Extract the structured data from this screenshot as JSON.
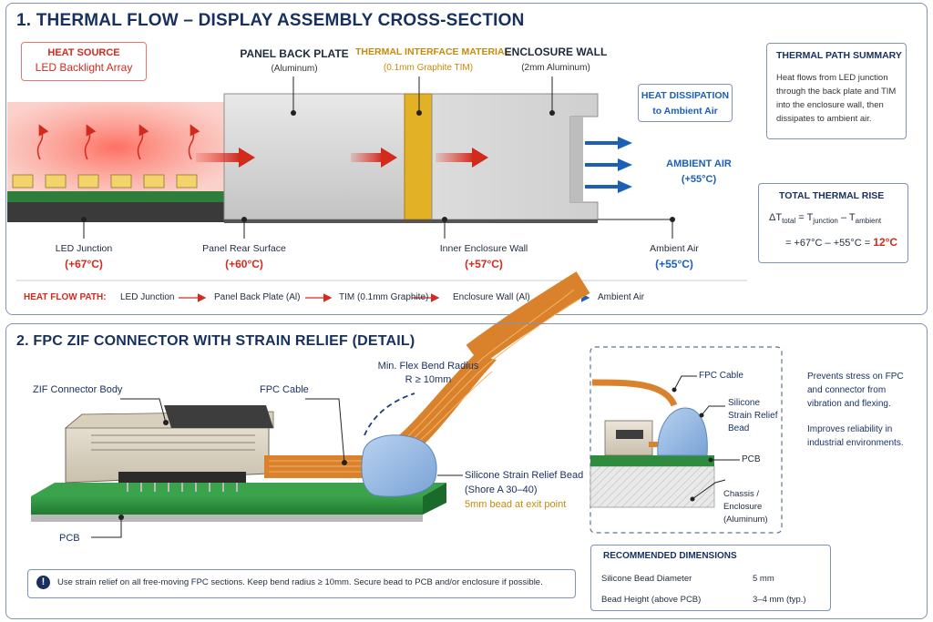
{
  "section1": {
    "title": "1. THERMAL FLOW – DISPLAY ASSEMBLY CROSS-SECTION",
    "heat_source": {
      "title": "HEAT SOURCE",
      "subtitle": "LED Backlight Array"
    },
    "back_plate": {
      "title": "PANEL BACK PLATE",
      "subtitle": "(Aluminum)"
    },
    "tim": {
      "title": "THERMAL INTERFACE MATERIAL",
      "subtitle": "(0.1mm Graphite TIM)"
    },
    "enclosure": {
      "title": "ENCLOSURE WALL",
      "subtitle": "(2mm Aluminum)"
    },
    "dissipation": {
      "line1": "HEAT DISSIPATION",
      "line2": "to Ambient Air"
    },
    "ambient_air": {
      "label": "AMBIENT AIR",
      "temp": "(+55°C)"
    },
    "points": [
      {
        "label": "LED Junction",
        "temp": "(+67°C)"
      },
      {
        "label": "Panel Rear Surface",
        "temp": "(+60°C)"
      },
      {
        "label": "Inner Enclosure Wall",
        "temp": "(+57°C)"
      },
      {
        "label": "Ambient Air",
        "temp": "(+55°C)"
      }
    ],
    "flow_path": {
      "label": "HEAT FLOW PATH:",
      "steps": [
        "LED Junction",
        "Panel Back Plate (Al)",
        "TIM (0.1mm Graphite)",
        "Enclosure Wall (Al)",
        "Ambient Air"
      ]
    },
    "summary": {
      "title": "THERMAL PATH SUMMARY",
      "text": [
        "Heat flows from LED junction",
        "through the back plate and TIM",
        "into the enclosure wall, then",
        "dissipates to ambient air."
      ]
    },
    "rise": {
      "title": "TOTAL THERMAL RISE",
      "delta": "ΔT",
      "delta_sub": "total",
      "eq": "=",
      "tj": "T",
      "tj_sub": "junction",
      "minus": "–",
      "ta": "T",
      "ta_sub": "ambient",
      "calc": "= +67°C – +55°C =",
      "result": "12°C"
    }
  },
  "section2": {
    "title": "2. FPC ZIF CONNECTOR WITH STRAIN RELIEF (DETAIL)",
    "zif_body": "ZIF Connector Body",
    "fpc_cable": "FPC Cable",
    "bend": {
      "line1": "Min. Flex Bend Radius",
      "line2": "R ≥ 10mm"
    },
    "bead": {
      "line1": "Silicone Strain Relief Bead",
      "line2": "(Shore A 30–40)",
      "line3": "5mm bead at exit point"
    },
    "pcb": "PCB",
    "note": "Use strain relief on all free-moving FPC sections. Keep bend radius ≥ 10mm. Secure bead to PCB and/or enclosure if possible.",
    "note_icon": "info-icon",
    "detail": {
      "fpc_cable": "FPC Cable",
      "bead": [
        "Silicone",
        "Strain Relief",
        "Bead"
      ],
      "pcb": "PCB",
      "chassis": [
        "Chassis /",
        "Enclosure",
        "(Aluminum)"
      ]
    },
    "benefits": {
      "p1": [
        "Prevents stress on FPC",
        "and connector from",
        "vibration and flexing."
      ],
      "p2": [
        "Improves reliability in",
        "industrial environments."
      ]
    },
    "dims": {
      "title": "RECOMMENDED DIMENSIONS",
      "rows": [
        {
          "name": "Silicone Bead Diameter",
          "value": "5 mm"
        },
        {
          "name": "Bead Height (above PCB)",
          "value": "3–4 mm (typ.)"
        }
      ]
    }
  },
  "colors": {
    "title": "#17305e",
    "heat_red": "#d32a1e",
    "air_blue": "#1c5fb8",
    "tim_yellow": "#e3b126",
    "pcb_green": "#2a8c3c",
    "fpc_orange": "#d9822b",
    "bead_blue": "#8fb4e0",
    "border": "#7f93b4"
  }
}
